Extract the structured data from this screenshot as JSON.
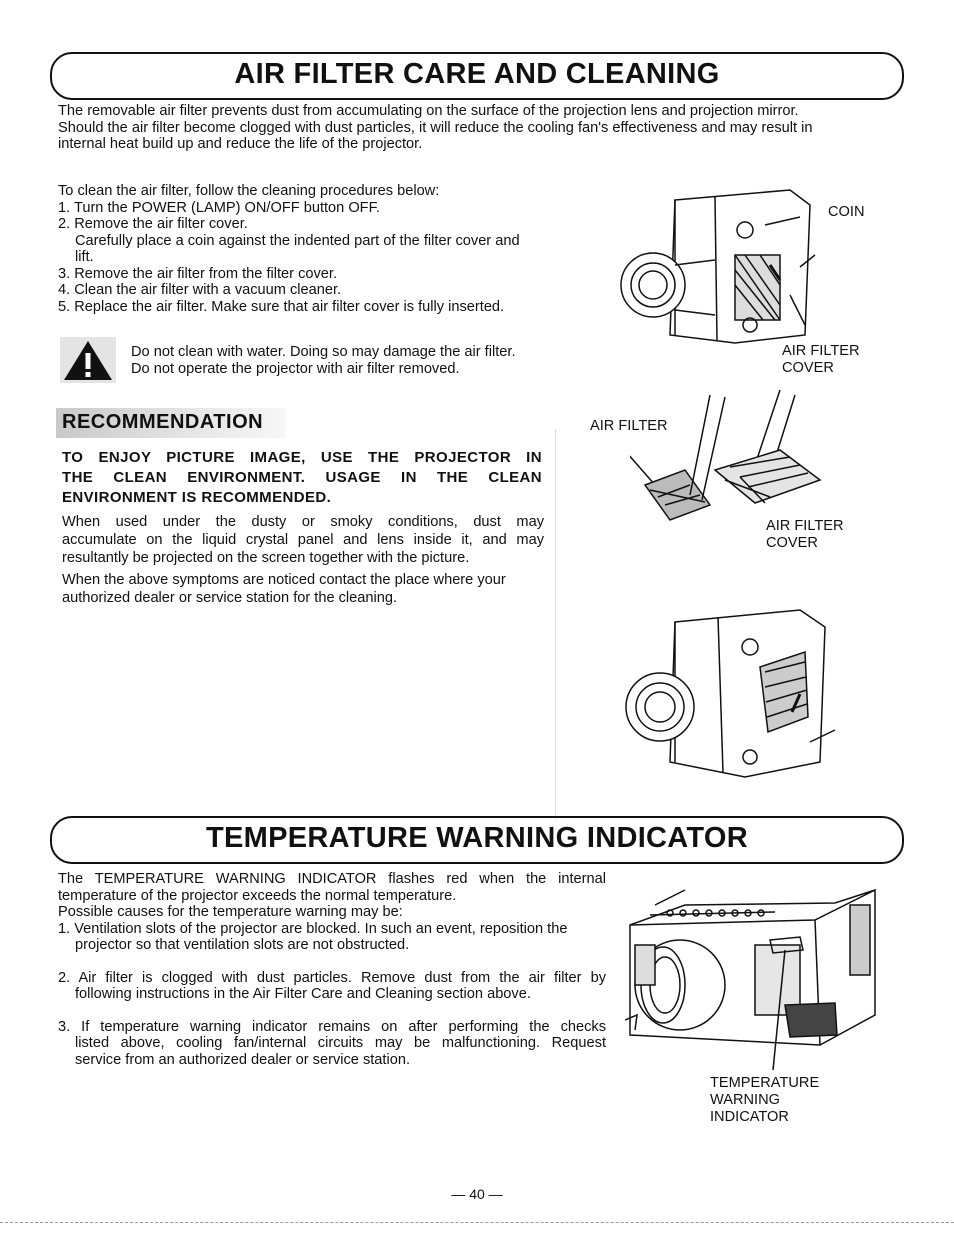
{
  "section1": {
    "title": "AIR FILTER CARE AND CLEANING",
    "intro": [
      "The removable air filter prevents dust from accumulating on the surface of the projection lens and projection mirror.",
      "Should the air filter become clogged with dust particles, it will reduce the cooling fan's effectiveness and may result in",
      "internal heat build up and reduce the life of the projector."
    ],
    "steps_intro": "To clean the air filter, follow the cleaning procedures below:",
    "steps": [
      "1. Turn the POWER (LAMP) ON/OFF button OFF.",
      "2. Remove the air filter cover.",
      "Carefully place a coin against the indented part of the filter cover and",
      "lift.",
      "3. Remove the air filter from the filter cover.",
      "4. Clean the air filter with a vacuum cleaner.",
      "5. Replace the air filter. Make sure that air filter cover is fully inserted."
    ],
    "warnings": [
      "Do not clean with water. Doing so may damage the air filter.",
      "Do not operate the projector with air filter removed."
    ],
    "fig1_labels": {
      "coin": "COIN",
      "cover_line1": "AIR FILTER",
      "cover_line2": "COVER"
    },
    "fig2_labels": {
      "filter": "AIR FILTER",
      "cover_line1": "AIR FILTER",
      "cover_line2": "COVER"
    }
  },
  "recommendation": {
    "title": "RECOMMENDATION",
    "headline": [
      "TO ENJOY PICTURE IMAGE, USE THE PROJECTOR IN",
      "THE CLEAN ENVIRONMENT. USAGE IN THE CLEAN",
      "ENVIRONMENT IS RECOMMENDED."
    ],
    "body1": [
      "When used under the dusty or smoky conditions, dust may",
      "accumulate on the liquid crystal panel and lens inside it, and may",
      "resultantly be projected on the screen together with the picture."
    ],
    "body2": [
      "When the above symptoms are noticed contact the place where your",
      "authorized dealer or service station for the cleaning."
    ]
  },
  "section2": {
    "title": "TEMPERATURE WARNING INDICATOR",
    "lines": [
      "The TEMPERATURE WARNING INDICATOR flashes red when the internal",
      "temperature of the projector exceeds the normal temperature.",
      "Possible causes for the temperature warning may be:",
      "1. Ventilation slots of the projector are blocked. In such an event, reposition the",
      "projector so that ventilation slots are not obstructed."
    ],
    "cause2": [
      "2. Air filter is clogged with dust particles. Remove dust from the air filter by",
      "following instructions in the Air Filter Care  and Cleaning section above."
    ],
    "cause3": [
      "3. If temperature warning indicator remains on after performing the checks",
      "listed above, cooling fan/internal circuits  may be malfunctioning. Request",
      "service from an authorized dealer or service station."
    ],
    "fig_labels": [
      "TEMPERATURE",
      "WARNING",
      "INDICATOR"
    ]
  },
  "footer": {
    "page": "— 40 —"
  }
}
